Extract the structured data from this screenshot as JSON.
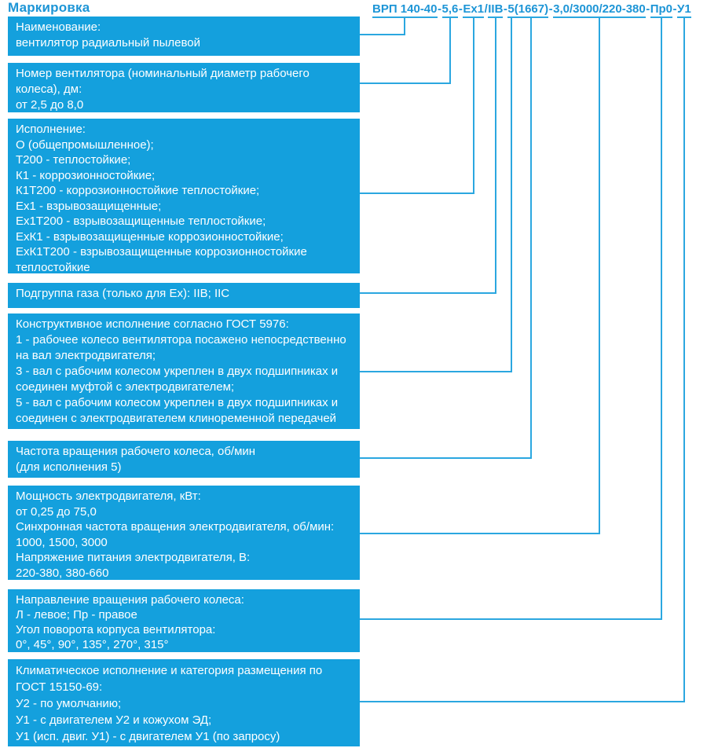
{
  "title": "Маркировка",
  "product_code": {
    "full": "ВРП 140-40-5,6-Ex1/IIB-5(1667)-3,0/3000/220-380-Пр0-У1",
    "segments": [
      {
        "text": "ВРП 140-40",
        "underline": true,
        "sep_after": "-"
      },
      {
        "text": "5,6",
        "underline": true,
        "sep_after": "-"
      },
      {
        "text": "Ex1",
        "underline": true,
        "sep_after": "/"
      },
      {
        "text": "IIB",
        "underline": true,
        "sep_after": "-"
      },
      {
        "text": "5",
        "underline": true,
        "sep_after": ""
      },
      {
        "text": "(1667)",
        "underline": true,
        "sep_after": "-"
      },
      {
        "text": "3,0/3000/220-380",
        "underline": true,
        "sep_after": "-"
      },
      {
        "text": "Пр0",
        "underline": true,
        "sep_after": "-"
      },
      {
        "text": "У1",
        "underline": true,
        "sep_after": ""
      }
    ]
  },
  "boxes": [
    {
      "name": "designation",
      "lines": [
        "Наименование:",
        "вентилятор радиальный пылевой"
      ]
    },
    {
      "name": "fan-number",
      "lines": [
        "Номер вентилятора (номинальный диаметр рабочего",
        "колеса), дм:",
        "от 2,5 до 8,0"
      ]
    },
    {
      "name": "version",
      "lines": [
        "Исполнение:",
        "О (общепромышленное);",
        "Т200 - теплостойкие;",
        "К1 - коррозионностойкие;",
        "К1Т200 - коррозионностойкие теплостойкие;",
        "Ex1 - взрывозащищенные;",
        "Ex1Т200 - взрывозащищенные теплостойкие;",
        "ExК1 - взрывозащищенные коррозионностойкие;",
        "ExК1Т200 - взрывозащищенные коррозионностойкие",
        "теплостойкие"
      ]
    },
    {
      "name": "gas-subgroup",
      "lines": [
        "Подгруппа газа (только для Ex): IIB; IIC"
      ]
    },
    {
      "name": "constructive-design",
      "lines": [
        "Конструктивное исполнение согласно ГОСТ 5976:",
        "1 - рабочее колесо вентилятора посажено непосредственно",
        "на вал электродвигателя;",
        "3 - вал с рабочим колесом укреплен в двух подшипниках и",
        "соединен муфтой с электродвигателем;",
        "5 - вал с рабочим колесом укреплен в двух подшипниках и",
        "соединен с электродвигателем клиноременной передачей"
      ]
    },
    {
      "name": "impeller-speed",
      "lines": [
        "Частота вращения рабочего колеса, об/мин",
        "(для исполнения 5)"
      ]
    },
    {
      "name": "motor-power",
      "lines": [
        "Мощность электродвигателя, кВт:",
        "от 0,25 до 75,0",
        "Синхронная частота вращения электродвигателя, об/мин:",
        "1000, 1500, 3000",
        "Напряжение питания электродвигателя, В:",
        "220-380, 380-660"
      ]
    },
    {
      "name": "rotation-direction",
      "lines": [
        "Направление вращения рабочего колеса:",
        "Л - левое; Пр - правое",
        "Угол поворота корпуса вентилятора:",
        "0°, 45°, 90°, 135°, 270°, 315°"
      ]
    },
    {
      "name": "climatic",
      "lines": [
        "Климатическое исполнение и категория размещения по",
        "ГОСТ 15150-69:",
        "У2 - по умолчанию;",
        "У1 - с двигателем У2 и кожухом ЭД;",
        "У1 (исп. двиг. У1) - с двигателем У1 (по запросу)"
      ]
    }
  ],
  "colors": {
    "box_fill": "#14A0DD",
    "connector_line": "#2BA7E0",
    "heading_text": "#1D95D6",
    "box_text": "#FFFFFF"
  }
}
